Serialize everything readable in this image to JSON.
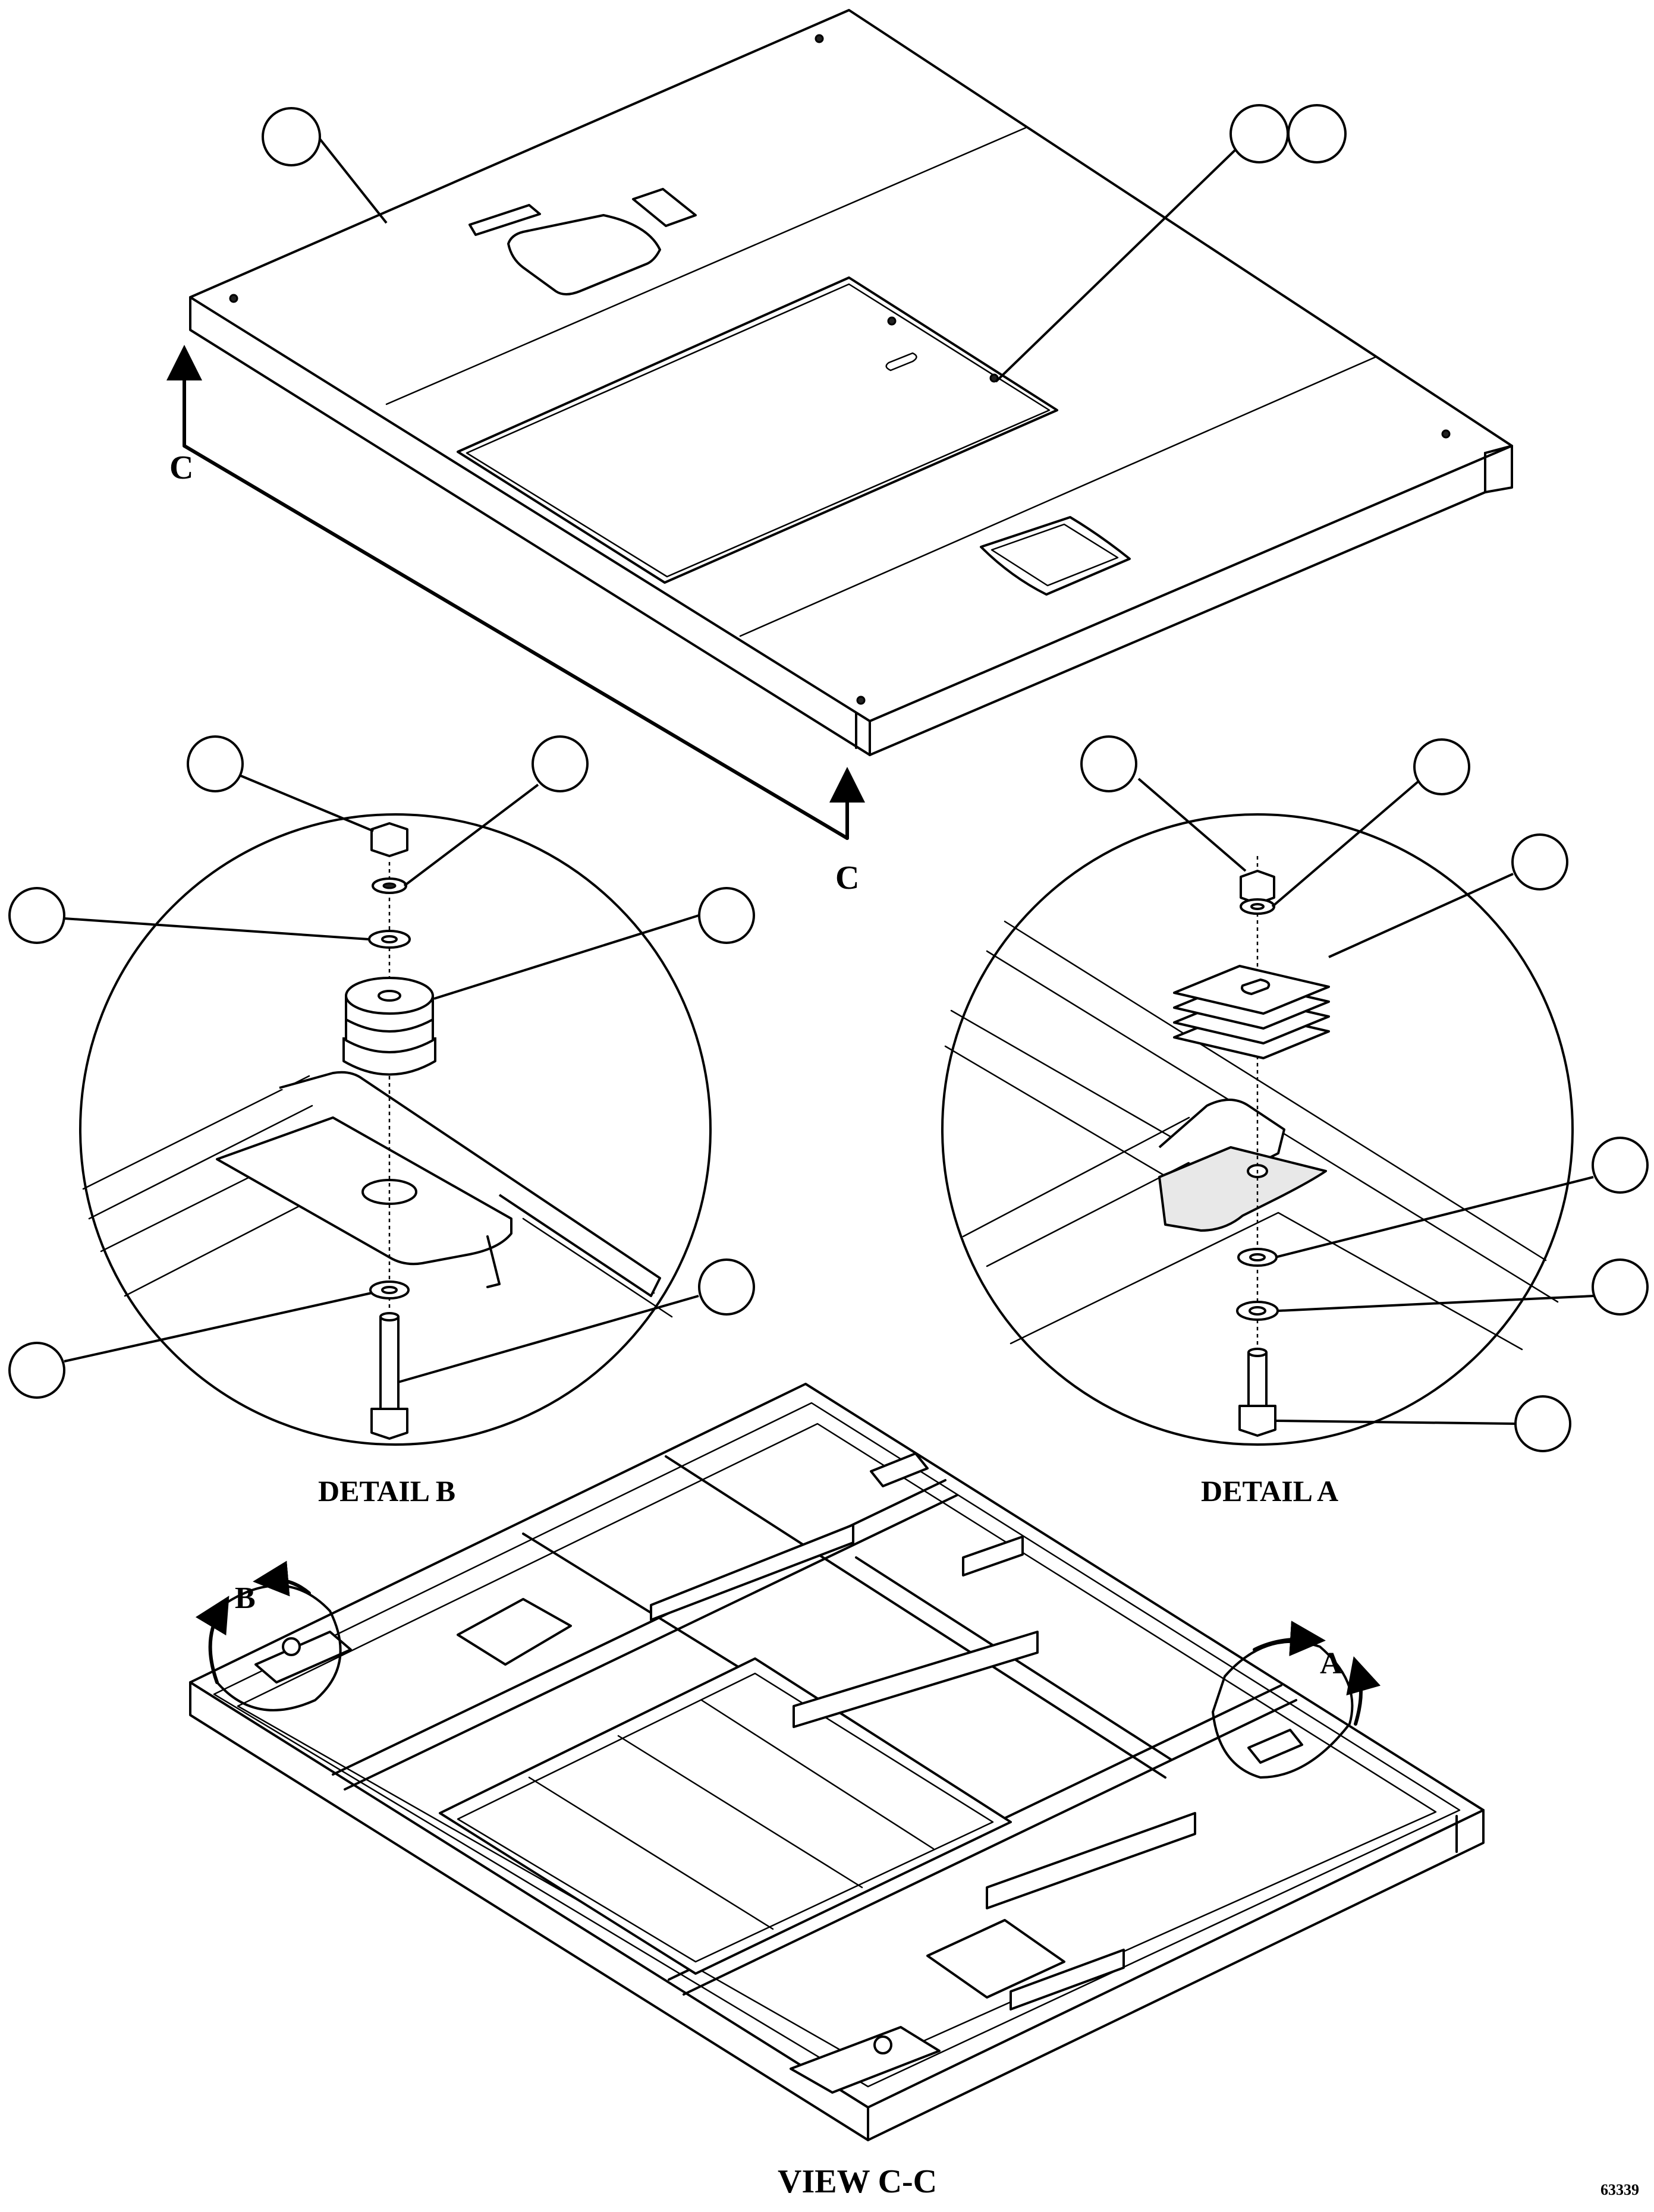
{
  "labels": {
    "section_c_top_left": "C",
    "section_c_bottom": "C",
    "detail_a_marker": "A",
    "detail_b_marker": "B",
    "detail_b_caption": "DETAIL B",
    "detail_a_caption": "DETAIL A",
    "view_caption": "VIEW C-C",
    "drawing_number": "63339"
  },
  "balloons": {
    "top_view": 3,
    "detail_b": 6,
    "detail_a": 6
  }
}
